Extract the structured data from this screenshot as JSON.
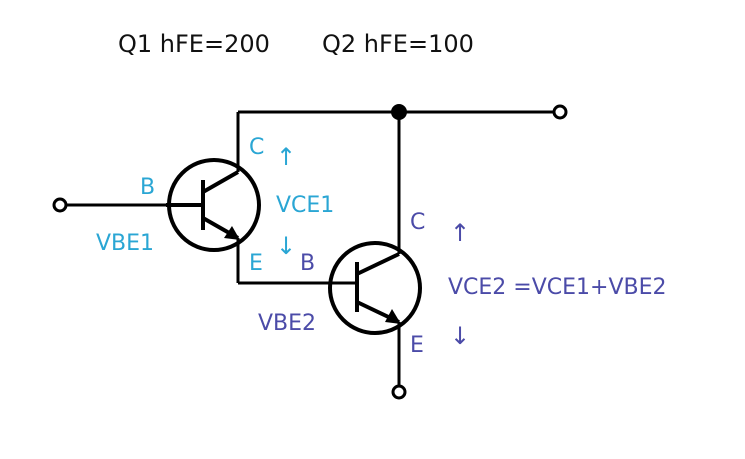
{
  "title": {
    "q1": "Q1 hFE=200",
    "q2": "Q2 hFE=100"
  },
  "colors": {
    "wire": "#000000",
    "q1_label": "#2aa6d4",
    "q2_label": "#4b4ba8"
  },
  "q1": {
    "collector": "C",
    "base": "B",
    "emitter": "E",
    "vce": "VCE1",
    "vbe": "VBE1",
    "arrow_up": "↑",
    "arrow_down": "↓"
  },
  "q2": {
    "collector": "C",
    "base": "B",
    "emitter": "E",
    "vbe": "VBE2",
    "vce_eq": "VCE2 =VCE1+VBE2",
    "arrow_up": "↑",
    "arrow_down": "↓"
  }
}
